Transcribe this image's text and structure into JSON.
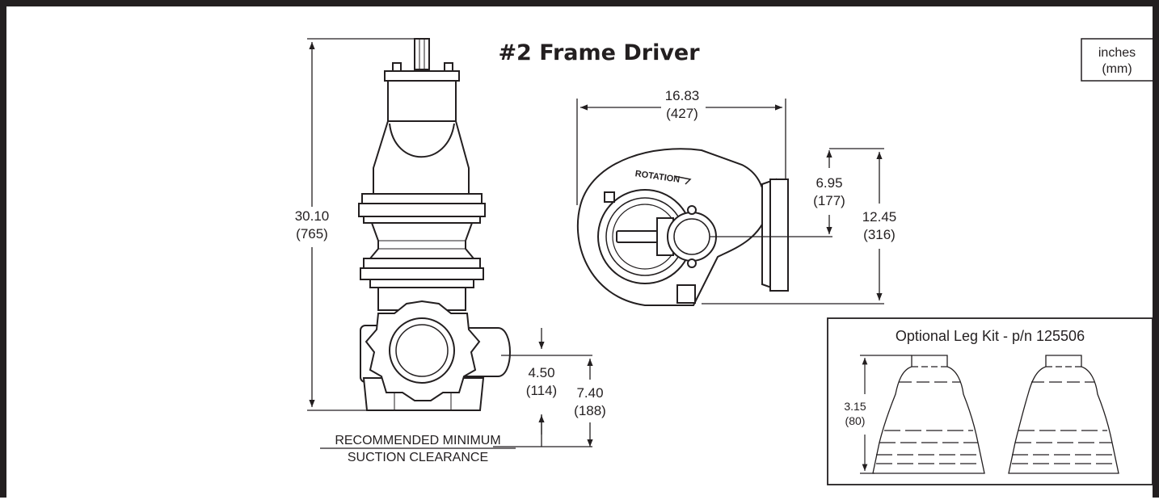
{
  "title": "#2 Frame Driver",
  "units": {
    "primary": "inches",
    "secondary": "(mm)"
  },
  "dimensions": {
    "overall_height": {
      "in": "30.10",
      "mm": "(765)"
    },
    "overall_width": {
      "in": "16.83",
      "mm": "(427)"
    },
    "discharge_offset": {
      "in": "6.95",
      "mm": "(177)"
    },
    "top_depth": {
      "in": "12.45",
      "mm": "(316)"
    },
    "discharge_height": {
      "in": "4.50",
      "mm": "(114)"
    },
    "base_to_discharge": {
      "in": "7.40",
      "mm": "(188)"
    }
  },
  "clearance_note": {
    "line1": "RECOMMENDED MINIMUM",
    "line2": "SUCTION CLEARANCE"
  },
  "top_view_label": "ROTATION",
  "leg_kit": {
    "title": "Optional Leg Kit - p/n 125506",
    "height": {
      "in": "3.15",
      "mm": "(80)"
    }
  }
}
